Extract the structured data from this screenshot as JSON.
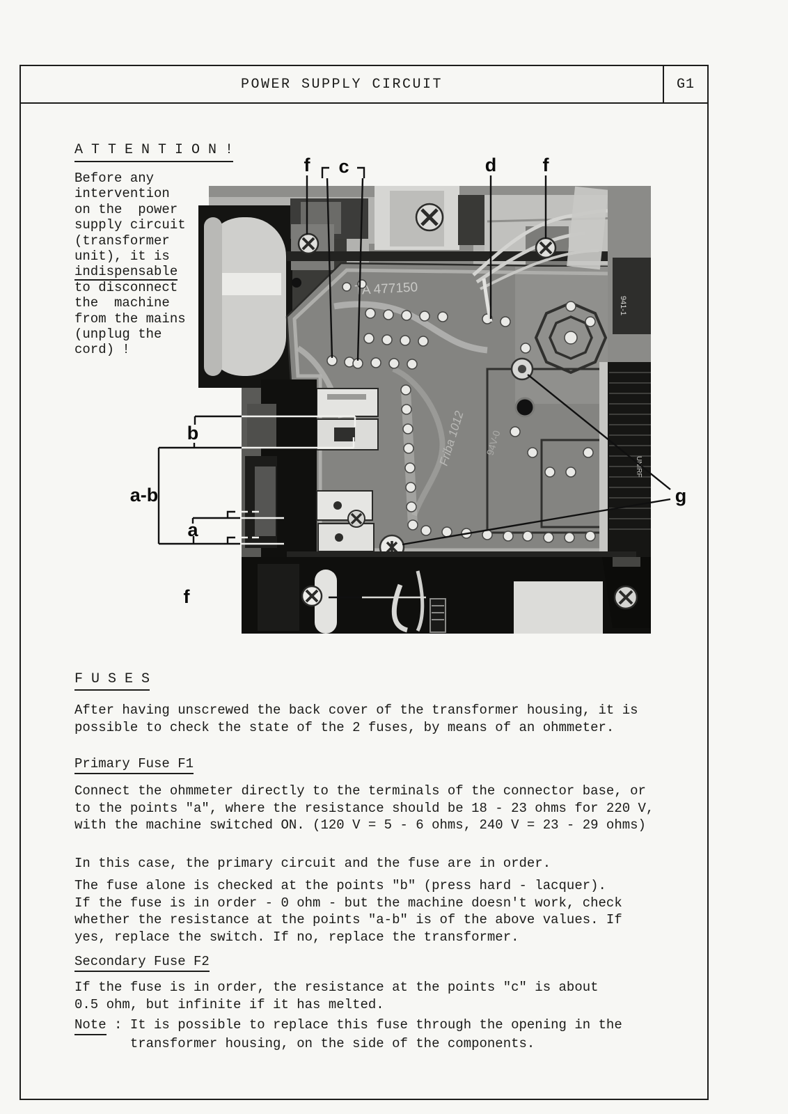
{
  "page": {
    "title": "POWER SUPPLY CIRCUIT",
    "page_number": "G1"
  },
  "attention": {
    "heading": "A T T E N T I O N !",
    "body_before": "Before any\nintervention\non the  power\nsupply circuit\n(transformer\nunit), it is",
    "underlined_word": "indispensable",
    "body_after": "to disconnect\nthe  machine\nfrom the mains\n(unplug the\ncord) !"
  },
  "figure": {
    "labels": {
      "f_top_left": "f",
      "c": "c",
      "d": "d",
      "f_top_right": "f",
      "b": "b",
      "ab": "a-b",
      "a": "a",
      "f_bottom": "f",
      "g": "g"
    },
    "board_markings": {
      "part_number": "TA 477150",
      "maker": "Friba 1012",
      "rating": "94V-0",
      "side_label": "941-1",
      "component_label": "UNIRF"
    }
  },
  "fuses": {
    "heading": "F U S E S",
    "intro": "After having unscrewed the back cover of the transformer housing, it is\npossible to check the state of the 2 fuses, by means of an ohmmeter.",
    "primary": {
      "heading": "Primary Fuse F1",
      "p1": "Connect the ohmmeter directly to the terminals of the connector base, or\nto the points \"a\", where the resistance should be 18 - 23 ohms for 220 V,\nwith the machine switched ON. (120 V = 5 - 6 ohms, 240 V = 23 - 29 ohms)",
      "p2": "In this case, the primary circuit and the fuse are in order.",
      "p3": "The fuse alone is checked at the points \"b\" (press hard - lacquer).\nIf the fuse is in order - 0 ohm - but the machine doesn't work, check\nwhether the resistance at the points \"a-b\" is of the above values. If\nyes, replace the switch. If no, replace the transformer."
    },
    "secondary": {
      "heading": "Secondary Fuse F2",
      "p1": "If the fuse is in order, the resistance at the points \"c\" is about\n0.5 ohm, but infinite if it has melted.",
      "note_label": "Note",
      "note_text": " : It is possible to replace this fuse through the opening in the\n       transformer housing, on the side of the components."
    }
  }
}
